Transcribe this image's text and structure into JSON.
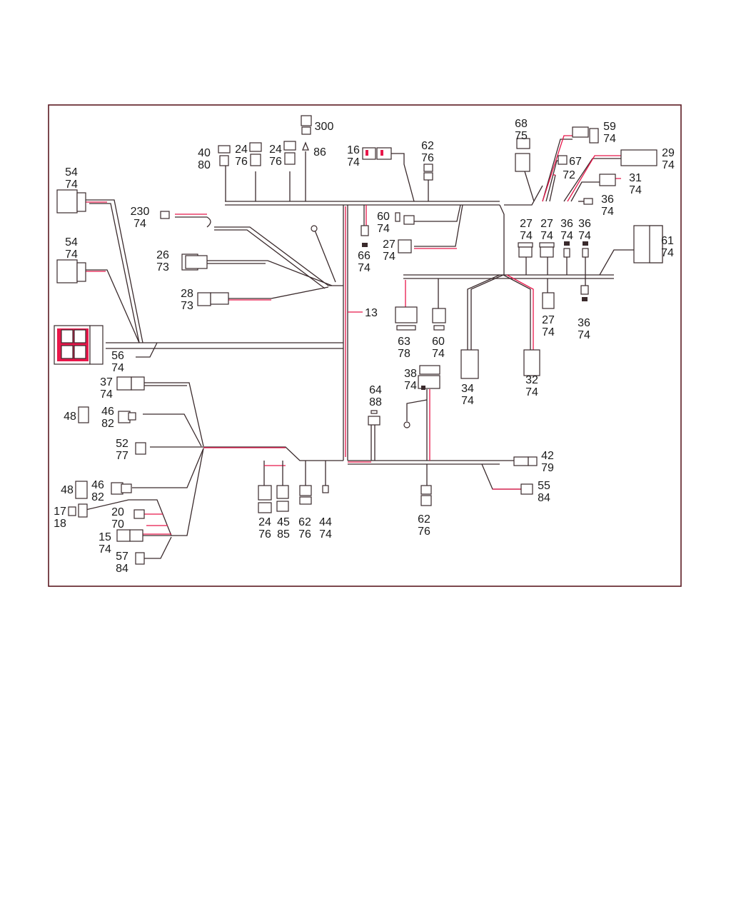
{
  "diagram": {
    "labels": [
      {
        "top": "300",
        "bottom": ""
      },
      {
        "top": "86",
        "bottom": ""
      },
      {
        "top": "68",
        "bottom": "75"
      },
      {
        "top": "59",
        "bottom": "74"
      },
      {
        "top": "67",
        "bottom": ""
      },
      {
        "top": "72",
        "bottom": ""
      },
      {
        "top": "29",
        "bottom": "74"
      },
      {
        "top": "31",
        "bottom": "74"
      },
      {
        "top": "36",
        "bottom": "74"
      },
      {
        "top": "40",
        "bottom": "80"
      },
      {
        "top": "24",
        "bottom": "76"
      },
      {
        "top": "24",
        "bottom": "76"
      },
      {
        "top": "16",
        "bottom": "74"
      },
      {
        "top": "62",
        "bottom": "76"
      },
      {
        "top": "54",
        "bottom": "74"
      },
      {
        "top": "54",
        "bottom": "74"
      },
      {
        "top": "230",
        "bottom": "74"
      },
      {
        "top": "60",
        "bottom": "74"
      },
      {
        "top": "27",
        "bottom": "74"
      },
      {
        "top": "66",
        "bottom": "74"
      },
      {
        "top": "26",
        "bottom": "73"
      },
      {
        "top": "28",
        "bottom": "73"
      },
      {
        "top": "27",
        "bottom": "74"
      },
      {
        "top": "27",
        "bottom": "74"
      },
      {
        "top": "36",
        "bottom": "74"
      },
      {
        "top": "36",
        "bottom": "74"
      },
      {
        "top": "61",
        "bottom": "74"
      },
      {
        "top": "13",
        "bottom": ""
      },
      {
        "top": "63",
        "bottom": "78"
      },
      {
        "top": "60",
        "bottom": "74"
      },
      {
        "top": "27",
        "bottom": "74"
      },
      {
        "top": "36",
        "bottom": "74"
      },
      {
        "top": "56",
        "bottom": "74"
      },
      {
        "top": "34",
        "bottom": "74"
      },
      {
        "top": "32",
        "bottom": "74"
      },
      {
        "top": "37",
        "bottom": "74"
      },
      {
        "top": "38",
        "bottom": "74"
      },
      {
        "top": "46",
        "bottom": "82"
      },
      {
        "top": "48",
        "bottom": ""
      },
      {
        "top": "64",
        "bottom": "88"
      },
      {
        "top": "52",
        "bottom": "77"
      },
      {
        "top": "42",
        "bottom": "79"
      },
      {
        "top": "48",
        "bottom": ""
      },
      {
        "top": "46",
        "bottom": "82"
      },
      {
        "top": "55",
        "bottom": "84"
      },
      {
        "top": "17",
        "bottom": "18"
      },
      {
        "top": "20",
        "bottom": "70"
      },
      {
        "top": "24",
        "bottom": "76"
      },
      {
        "top": "45",
        "bottom": "85"
      },
      {
        "top": "62",
        "bottom": "76"
      },
      {
        "top": "44",
        "bottom": "74"
      },
      {
        "top": "62",
        "bottom": "76"
      },
      {
        "top": "15",
        "bottom": "74"
      },
      {
        "top": "57",
        "bottom": "84"
      }
    ]
  }
}
